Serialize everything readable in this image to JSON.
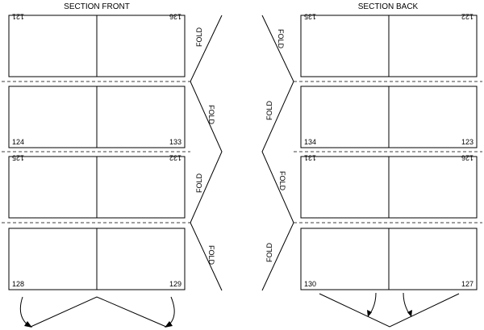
{
  "headers": {
    "front": "SECTION FRONT",
    "back": "SECTION BACK"
  },
  "fold_label": "FOLD",
  "front_pages": [
    {
      "left": "121",
      "right": "136",
      "inverted": true
    },
    {
      "left": "124",
      "right": "133",
      "inverted": false
    },
    {
      "left": "125",
      "right": "132",
      "inverted": true
    },
    {
      "left": "128",
      "right": "129",
      "inverted": false
    }
  ],
  "back_pages": [
    {
      "left": "135",
      "right": "122",
      "inverted": true
    },
    {
      "left": "134",
      "right": "123",
      "inverted": false
    },
    {
      "left": "131",
      "right": "126",
      "inverted": true
    },
    {
      "left": "130",
      "right": "127",
      "inverted": false
    }
  ],
  "colors": {
    "line": "#000000",
    "background": "#ffffff"
  }
}
